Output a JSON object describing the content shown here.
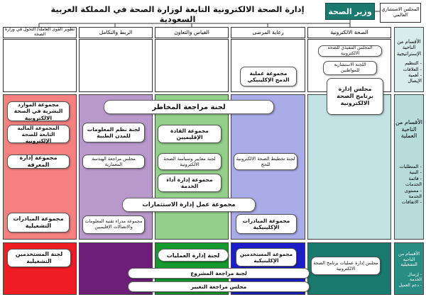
{
  "title": "إدارة الصحة الالكترونية التابعة لوزارة الصحة في المملكة العربية السعودية",
  "minister": "وزير الصحة",
  "top_council": "المجلس الاستشاري العالمي",
  "columns": [
    "الصحة الالكترونية",
    "رعاية المرضى",
    "القياس والتعاون",
    "الربط والتكامل",
    "تطوير القوى العاملة/ التحول في وزارة الصحة"
  ],
  "ehealth_col": {
    "exec_council": "المجلس التنفيذي للصحة الالكترونية",
    "advisory": "اللجنة الاستشارية للمواطنين"
  },
  "clinical_group": "مجموعة عملية الدمج الإكلينيكي",
  "side": {
    "strategic_title": "الأقسام من الناحية الإستراتيجية",
    "strategic_items": [
      "- التنظيم",
      "- العلاقات",
      "- أهمية الإيصال"
    ],
    "operational_title": "الأقسام من الناحية العملية",
    "operational_items": [
      "- المتطلبات",
      "- البنية",
      "- قائمة الخدمات",
      "- مستوى الخدمة",
      "- الاتفاقات"
    ],
    "execution_title": "الأقسام من الناحية التشغيلية",
    "execution_items": [
      "- إرسال الخدمة",
      "- دعم العميل"
    ]
  },
  "program_council": "مجلس إدارة برنامج الصحة الالكترونية",
  "risk_committee": "لجنة مراجعة المخاطر",
  "hr_group": "مجموعة الموارد البشرية في الصحة الالكترونية",
  "finance_group": "المجموعة المالية التابعة للصحة الإلكترونية",
  "knowledge_group": "مجموعة إدارة المعرفة",
  "ops_initiatives": "مجموعة المبادرات التشغيلية",
  "info_systems": "لجنة نظم المعلومات للمدن الطبية",
  "arch_review": "مجلس مراجعة الهندسة المعمارية",
  "regional_leaders": "مجموعة القادة الإقليميين",
  "standards_committee": "لجنة معايير وسياسة الصحة الالكترونية",
  "service_perf": "مجموعة إدارة أداء الخدمة",
  "ehealth_planning": "لجنة تخطيط الصحة الالكترونية للحج",
  "investment_group": "مجموعة عمل إدارة الاستثمارات",
  "regional_tech": "مجموعة مدراء تقنية المعلومات والاتصالات الإقليميين",
  "clinical_initiatives": "مجموعة المبادرات الإكلينيكية",
  "user_committee": "لجنة المستخدمين التشغيلية",
  "ops_committee": "لجنة إدارة العمليات",
  "clinical_users": "مجموعة المستخدمين الإكلينيكية",
  "ops_council": "مجلس إدارة عمليات برنامج الصحة الالكترونية",
  "project_review": "لجنة مراجعة المشروع",
  "change_review": "مجلس مراجعة التغيير",
  "colors": {
    "teal": "#1b7a6e",
    "red": "#f26d6d",
    "purple": "#b593c6",
    "green": "#8fcf86",
    "blue": "#a6a8e6",
    "cyan": "#b8dcdc"
  }
}
